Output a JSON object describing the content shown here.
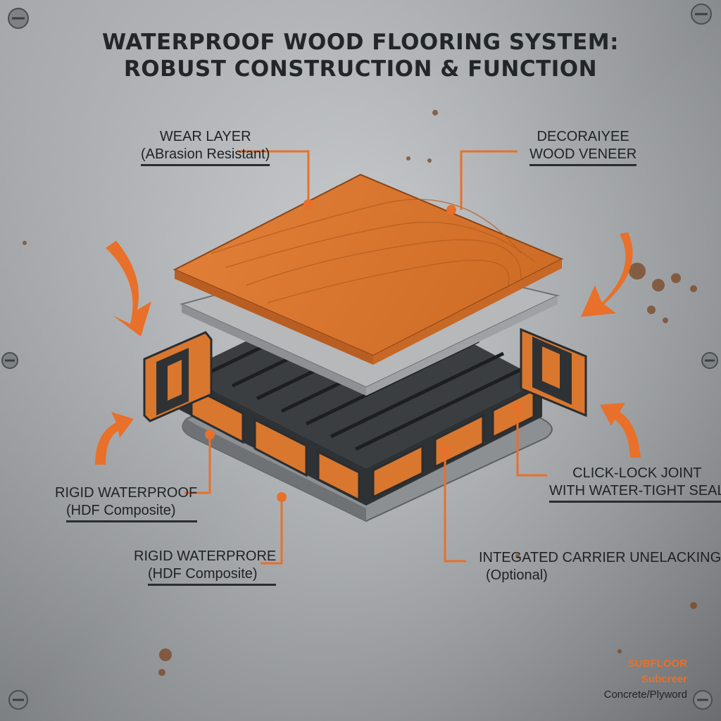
{
  "title": {
    "line1": "WATERPROOF WOOD FLOORING SYSTEM:",
    "line2": "ROBUST CONSTRUCTION & FUNCTION"
  },
  "labels": {
    "wear_layer": {
      "line1": "WEAR LAYER",
      "line2": "(ABrasion Resistant)"
    },
    "veneer": {
      "line1": "DECORAIYEE",
      "line2": "WOOD VENEER"
    },
    "core_1": {
      "line1": "RIGID WATERPROOF",
      "line2": "(HDF Composite)"
    },
    "core_2": {
      "line1": "RIGID WATERPRORE",
      "line2": "(HDF Composite)"
    },
    "click_lock": {
      "line1": "CLICK-LOCK JOINT",
      "line2": "WITH WATER-TIGHT SEAL"
    },
    "carrier": {
      "line1": "INTEGATED CARRIER UNELACKING",
      "line2": "(Optional)"
    },
    "subfloor": {
      "line1": "SUBFLOOR",
      "line2": "Subcreer",
      "line3": "Concrete/Plyword"
    }
  },
  "colors": {
    "accent": "#e8702a",
    "wood": "#d9772e",
    "dark_core": "#3b3e41",
    "metal": "#a9acaf",
    "text": "#1f2225"
  },
  "icons": [
    "screw-icon",
    "curved-arrow-icon"
  ]
}
